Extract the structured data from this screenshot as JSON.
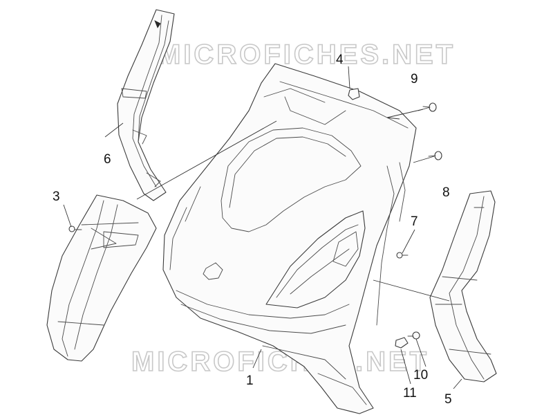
{
  "watermark": {
    "text": "MICROFICHES.NET"
  },
  "callouts": [
    {
      "id": "1",
      "label": "1"
    },
    {
      "id": "3",
      "label": "3"
    },
    {
      "id": "4",
      "label": "4"
    },
    {
      "id": "5",
      "label": "5"
    },
    {
      "id": "6",
      "label": "6"
    },
    {
      "id": "7",
      "label": "7"
    },
    {
      "id": "8",
      "label": "8"
    },
    {
      "id": "9",
      "label": "9"
    },
    {
      "id": "10",
      "label": "10"
    },
    {
      "id": "11",
      "label": "11"
    }
  ]
}
